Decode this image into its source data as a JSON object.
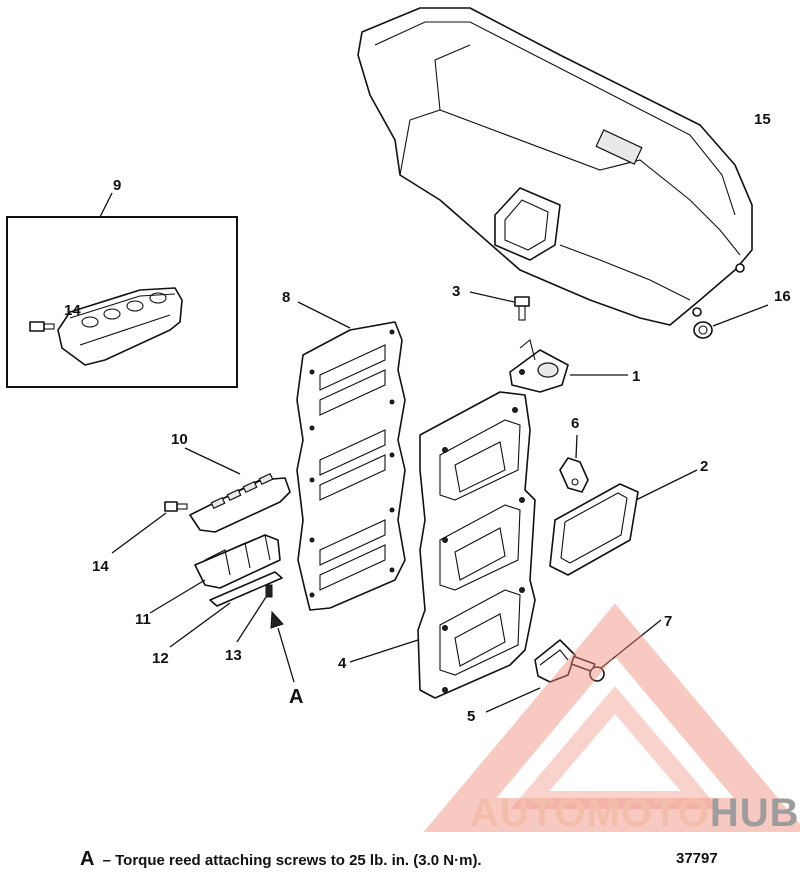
{
  "callouts": {
    "c1": "1",
    "c2": "2",
    "c3": "3",
    "c4": "4",
    "c5": "5",
    "c6": "6",
    "c7": "7",
    "c8": "8",
    "c9": "9",
    "c10": "10",
    "c11": "11",
    "c12": "12",
    "c13": "13",
    "c14a": "14",
    "c14b": "14",
    "c15": "15",
    "c16": "16",
    "cA": "A"
  },
  "note": {
    "label": "A",
    "text": "– Torque reed attaching screws to 25 lb. in. (3.0 N·m)."
  },
  "figure_number": "37797",
  "watermark": {
    "text_light": "AUTOMOTO",
    "text_dark": "HUB",
    "color_light": "#f2b29e",
    "color_dark": "#8c8c8c",
    "triangle_color": "#f08a7a"
  }
}
